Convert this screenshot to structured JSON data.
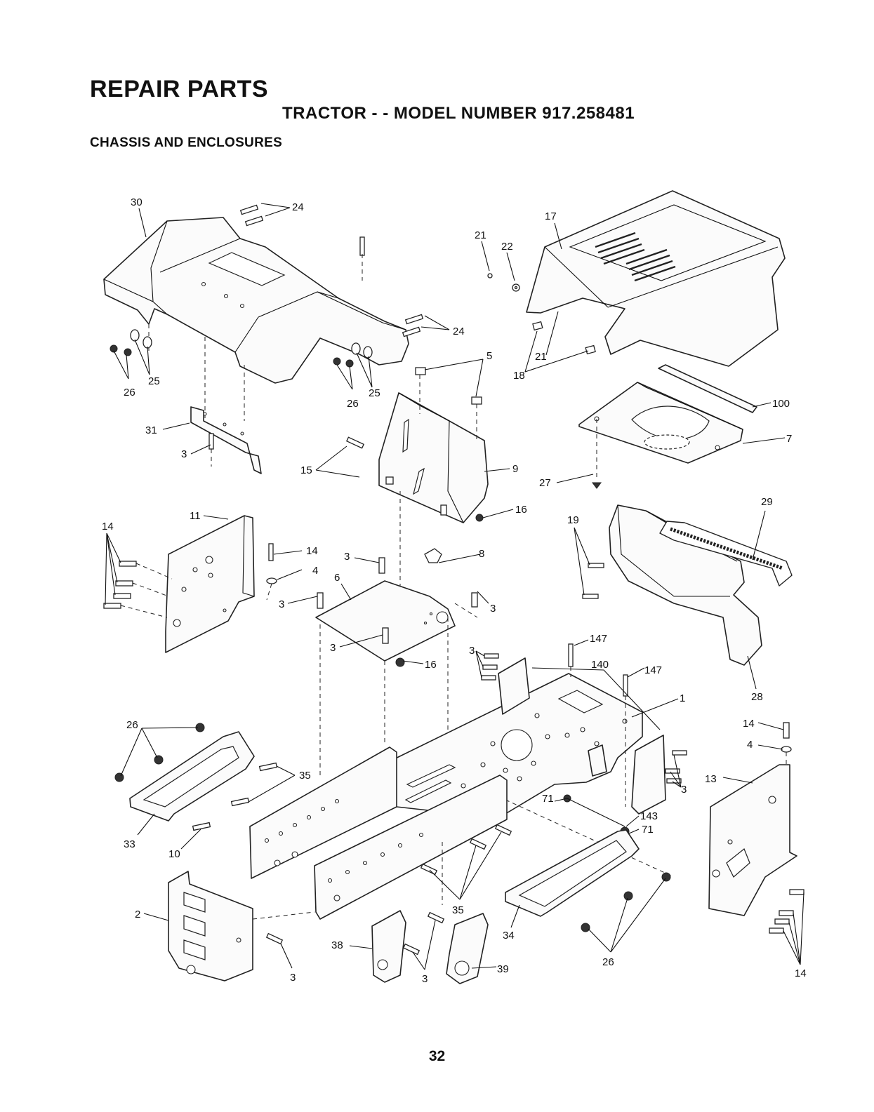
{
  "header": {
    "title": "REPAIR PARTS",
    "model_line": "TRACTOR - - MODEL NUMBER 917.258481",
    "section": "CHASSIS AND ENCLOSURES"
  },
  "page_number": "32",
  "callouts": {
    "c30": "30",
    "c24a": "24",
    "c24b": "24",
    "c26a": "26",
    "c25a": "25",
    "c26b": "26",
    "c25b": "25",
    "c31": "31",
    "c3a": "3",
    "c21a": "21",
    "c22": "22",
    "c17": "17",
    "c18": "18",
    "c21b": "21",
    "c5": "5",
    "c100": "100",
    "c7": "7",
    "c27": "27",
    "c15": "15",
    "c9": "9",
    "c16a": "16",
    "c14a": "14",
    "c11": "11",
    "c14b": "14",
    "c4a": "4",
    "c3b": "3",
    "c6": "6",
    "c3c": "3",
    "c8": "8",
    "c3d": "3",
    "c3e": "3",
    "c16b": "16",
    "c29": "29",
    "c19": "19",
    "c28": "28",
    "c3f": "3",
    "c147a": "147",
    "c140": "140",
    "c147b": "147",
    "c1": "1",
    "c14c": "14",
    "c4b": "4",
    "c13": "13",
    "c26c": "26",
    "c35a": "35",
    "c33": "33",
    "c10": "10",
    "c3g": "3",
    "c71a": "71",
    "c143": "143",
    "c71b": "71",
    "c2": "2",
    "c3h": "3",
    "c38": "38",
    "c3i": "3",
    "c35b": "35",
    "c39": "39",
    "c34": "34",
    "c26d": "26",
    "c14d": "14"
  }
}
